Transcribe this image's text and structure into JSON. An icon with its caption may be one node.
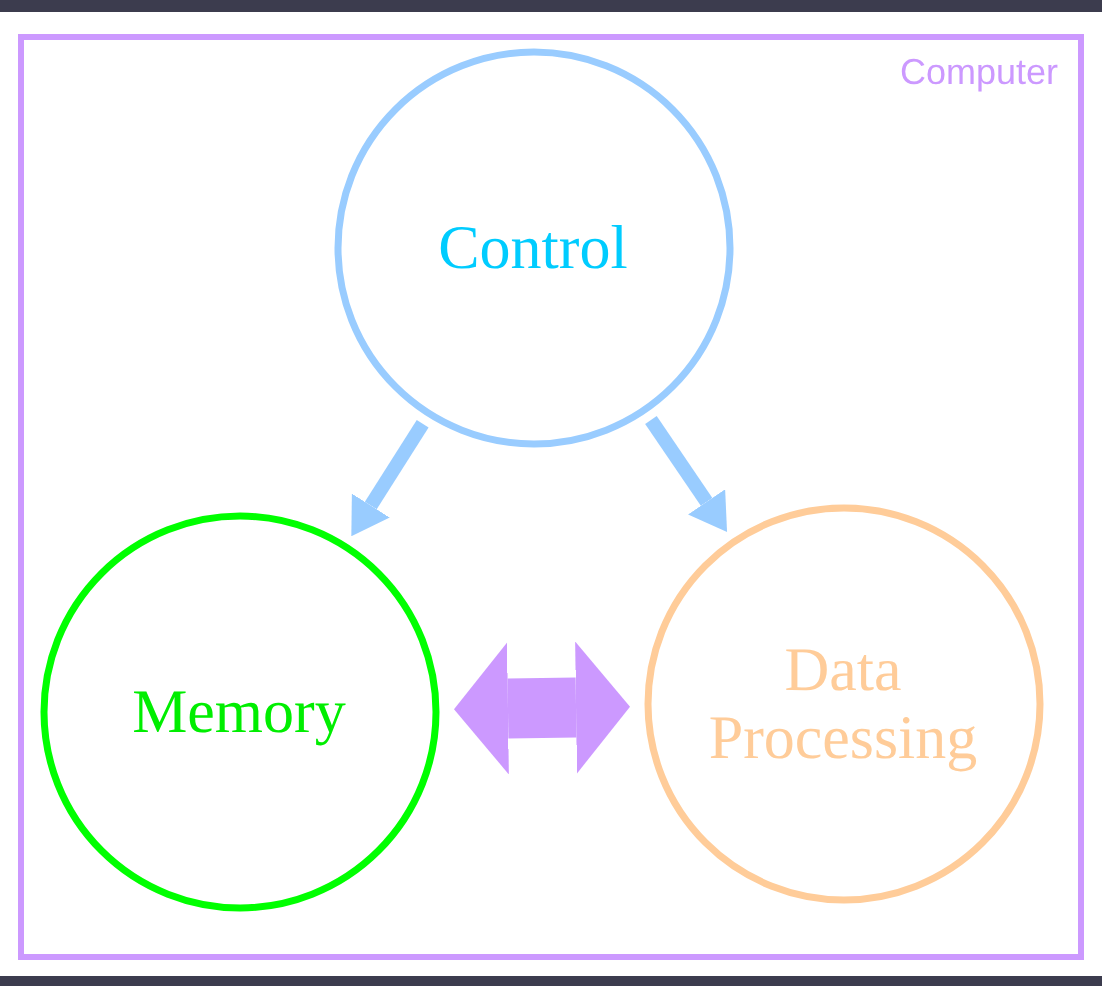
{
  "diagram": {
    "nodes": [
      {
        "text": [
          "Computer"
        ]
      },
      {
        "text": [
          "Control"
        ],
        "in": 0
      },
      {
        "text": [
          "Memory"
        ],
        "in": 0
      },
      {
        "text": [
          "Data Processing"
        ],
        "in": 0
      }
    ],
    "edges": [
      {
        "from": 1,
        "to": 2,
        "arrow": "to"
      },
      {
        "from": 1,
        "to": 3,
        "arrow": "to"
      },
      {
        "from": 2,
        "to": 3,
        "arrow": "both",
        "style": "thick",
        "color": "#cc99ff"
      }
    ]
  }
}
